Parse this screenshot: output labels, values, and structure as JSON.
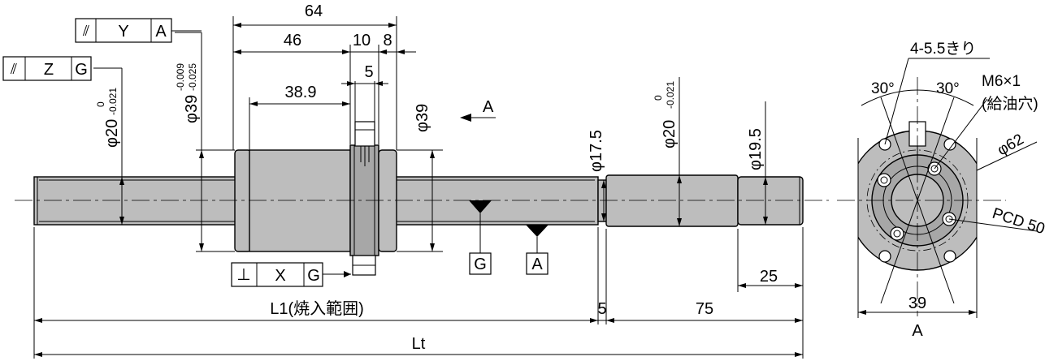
{
  "dims": {
    "d64": "64",
    "d46": "46",
    "d10": "10",
    "d8": "8",
    "d5top": "5",
    "d389": "38.9",
    "phi39": "φ39",
    "phi175": "φ17.5",
    "phi20b": "φ20",
    "phi20b_tol_up": "0",
    "phi20b_tol_lo": "-0.021",
    "phi195": "φ19.5",
    "phi20a": "φ20",
    "phi20a_tol_up": "0",
    "phi20a_tol_lo": "-0.021",
    "phi39f": "φ39",
    "phi39f_tol_up": "-0.009",
    "phi39f_tol_lo": "-0.025",
    "d25": "25",
    "d75": "75",
    "d5bot": "5",
    "l1": "L1(焼入範囲)",
    "lt": "Lt"
  },
  "datums": {
    "view_arrow": "A",
    "datum_g": "G",
    "datum_a": "A"
  },
  "frames": {
    "f1": {
      "sym": "⫽",
      "mid": "Y",
      "ref": "A"
    },
    "f2": {
      "sym": "⫽",
      "mid": "Z",
      "ref": "G"
    },
    "f3": {
      "sym": "⊥",
      "mid": "X",
      "ref": "G"
    }
  },
  "end_view": {
    "holes": "4-5.5きり",
    "ang1": "30°",
    "ang2": "30°",
    "tap": "M6×1",
    "tap_note": "(給油穴)",
    "phi62": "φ62",
    "pcd": "PCD 50",
    "w39": "39",
    "view_label": "A"
  }
}
